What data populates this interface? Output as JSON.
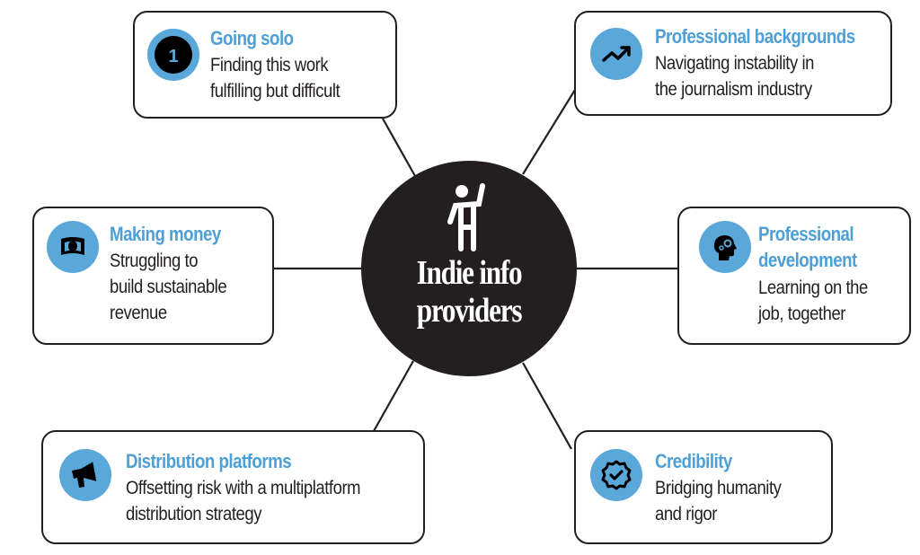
{
  "hub": {
    "title_line1": "Indie info",
    "title_line2": "providers",
    "icon": "person-waving-icon"
  },
  "colors": {
    "accent": "#5aa7d9",
    "title_blue": "#4d9fd6",
    "dark": "#231f20",
    "background": "#ffffff"
  },
  "nodes": [
    {
      "title": "Going solo",
      "desc_lines": [
        "Finding this work",
        "fulfilling but difficult"
      ],
      "icon": "number-one-icon",
      "badge_text": "1"
    },
    {
      "title": "Professional backgrounds",
      "desc_lines": [
        "Navigating instability in",
        "the journalism industry"
      ],
      "icon": "trending-up-icon"
    },
    {
      "title": "Making money",
      "desc_lines": [
        "Struggling to",
        "build sustainable",
        "revenue"
      ],
      "icon": "banknote-icon"
    },
    {
      "title_lines": [
        "Professional",
        "development"
      ],
      "desc_lines": [
        "Learning on the",
        "job, together"
      ],
      "icon": "head-gears-icon"
    },
    {
      "title": "Distribution platforms",
      "desc_lines": [
        "Offsetting risk with a multiplatform",
        "distribution strategy"
      ],
      "icon": "megaphone-icon"
    },
    {
      "title": "Credibility",
      "desc_lines": [
        "Bridging humanity",
        "and rigor"
      ],
      "icon": "verified-badge-icon"
    }
  ]
}
